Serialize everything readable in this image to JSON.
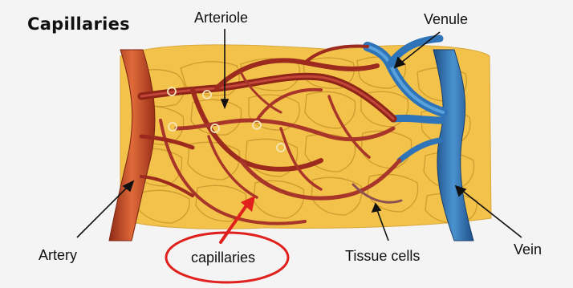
{
  "diagram": {
    "title": "Capillaries",
    "labels": {
      "arteriole": "Arteriole",
      "venule": "Venule",
      "artery": "Artery",
      "capillaries": "capillaries",
      "tissue_cells": "Tissue cells",
      "vein": "Vein"
    },
    "colors": {
      "tissue": "#f2c24a",
      "tissue_outline": "#c9952a",
      "artery": "#c8502a",
      "arteriole": "#9a2a1c",
      "capillary": "#a8352a",
      "vein": "#2f74b8",
      "highlight": "#e0201c"
    }
  }
}
